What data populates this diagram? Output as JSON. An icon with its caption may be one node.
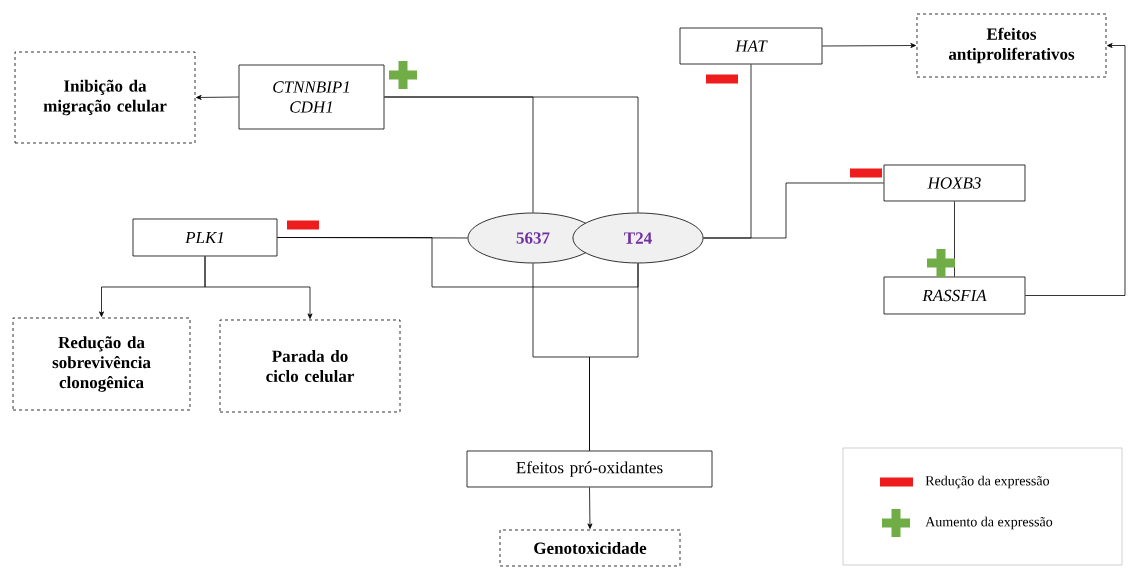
{
  "diagram": {
    "nodes": [
      {
        "text": [
          "Inibição da migração celular"
        ]
      },
      {
        "text": [
          "CTNNBIP1 CDH1"
        ]
      },
      {
        "text": [
          "HAT"
        ]
      },
      {
        "text": [
          "Efeitos antiproliferativos"
        ]
      },
      {
        "text": [
          "PLK1"
        ]
      },
      {
        "text": [
          "5637"
        ]
      },
      {
        "text": [
          "T24"
        ]
      },
      {
        "text": [
          "HOXB3"
        ]
      },
      {
        "text": [
          "RASSFIA"
        ]
      },
      {
        "text": [
          "Redução da sobrevivência clonogênica"
        ]
      },
      {
        "text": [
          "Parada do ciclo celular"
        ]
      },
      {
        "text": [
          "Efeitos pró-oxidantes"
        ]
      },
      {
        "text": [
          "Genotoxicidade"
        ]
      }
    ],
    "edges": [
      {
        "from": 5,
        "to": 1,
        "arrow": "none"
      },
      {
        "from": 6,
        "to": 1,
        "arrow": "none"
      },
      {
        "from": 1,
        "to": 0,
        "arrow": "to"
      },
      {
        "from": 6,
        "to": 2,
        "arrow": "none"
      },
      {
        "from": 2,
        "to": 3,
        "arrow": "to"
      },
      {
        "from": 6,
        "to": 7,
        "arrow": "none"
      },
      {
        "from": 7,
        "to": 8,
        "arrow": "none"
      },
      {
        "from": 8,
        "to": 3,
        "arrow": "to"
      },
      {
        "from": 5,
        "to": 4,
        "arrow": "none"
      },
      {
        "from": 6,
        "to": 4,
        "arrow": "none"
      },
      {
        "from": 4,
        "to": 9,
        "arrow": "to"
      },
      {
        "from": 4,
        "to": 10,
        "arrow": "to"
      },
      {
        "from": 5,
        "to": 11,
        "arrow": "none"
      },
      {
        "from": 6,
        "to": 11,
        "arrow": "none"
      },
      {
        "from": 11,
        "to": 12,
        "arrow": "to"
      }
    ],
    "legend": [
      {
        "text": "Redução da expressão",
        "color": "#ee1c1c"
      },
      {
        "text": "Aumento da expressão",
        "color": "#70ad47"
      }
    ]
  }
}
